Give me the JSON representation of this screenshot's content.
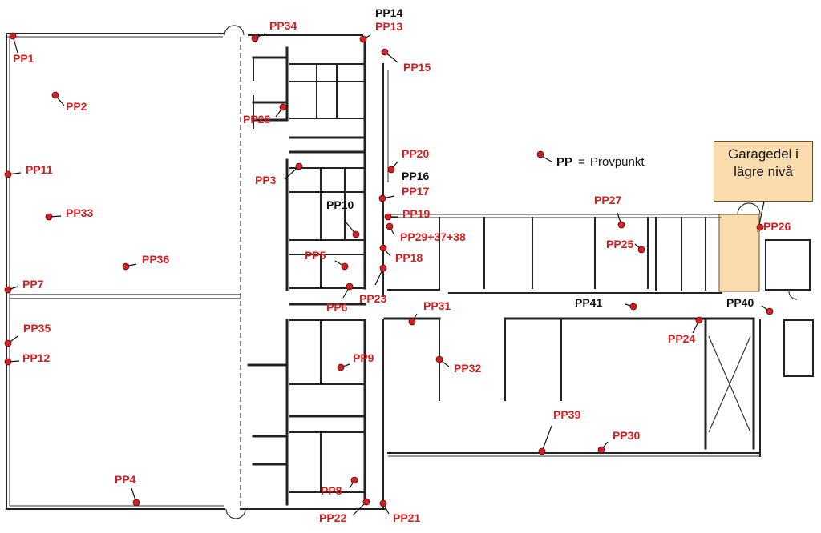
{
  "legend": {
    "abbr": "PP",
    "equals": "=",
    "meaning": "Provpunkt"
  },
  "garage_callout": {
    "line1": "Garagedel i",
    "line2": "lägre nivå"
  },
  "colors": {
    "point_red": "#d42020",
    "garage_fill": "#fbdcae",
    "wall": "#222222"
  },
  "points": [
    {
      "id": "pp1",
      "label": "PP1"
    },
    {
      "id": "pp2",
      "label": "PP2"
    },
    {
      "id": "pp3",
      "label": "PP3"
    },
    {
      "id": "pp4",
      "label": "PP4"
    },
    {
      "id": "pp5",
      "label": "PP5"
    },
    {
      "id": "pp6",
      "label": "PP6"
    },
    {
      "id": "pp7",
      "label": "PP7"
    },
    {
      "id": "pp8",
      "label": "PP8"
    },
    {
      "id": "pp9",
      "label": "PP9"
    },
    {
      "id": "pp10",
      "label": "PP10"
    },
    {
      "id": "pp11",
      "label": "PP11"
    },
    {
      "id": "pp12",
      "label": "PP12"
    },
    {
      "id": "pp13",
      "label": "PP13"
    },
    {
      "id": "pp14",
      "label": "PP14"
    },
    {
      "id": "pp15",
      "label": "PP15"
    },
    {
      "id": "pp16",
      "label": "PP16"
    },
    {
      "id": "pp17",
      "label": "PP17"
    },
    {
      "id": "pp18",
      "label": "PP18"
    },
    {
      "id": "pp19",
      "label": "PP19"
    },
    {
      "id": "pp20",
      "label": "PP20"
    },
    {
      "id": "pp21",
      "label": "PP21"
    },
    {
      "id": "pp22",
      "label": "PP22"
    },
    {
      "id": "pp23",
      "label": "PP23"
    },
    {
      "id": "pp24",
      "label": "PP24"
    },
    {
      "id": "pp25",
      "label": "PP25"
    },
    {
      "id": "pp26",
      "label": "PP26"
    },
    {
      "id": "pp27",
      "label": "PP27"
    },
    {
      "id": "pp28",
      "label": "PP28"
    },
    {
      "id": "pp29",
      "label": "PP29+37+38"
    },
    {
      "id": "pp30",
      "label": "PP30"
    },
    {
      "id": "pp31",
      "label": "PP31"
    },
    {
      "id": "pp32",
      "label": "PP32"
    },
    {
      "id": "pp33",
      "label": "PP33"
    },
    {
      "id": "pp34",
      "label": "PP34"
    },
    {
      "id": "pp35",
      "label": "PP35"
    },
    {
      "id": "pp36",
      "label": "PP36"
    },
    {
      "id": "pp39",
      "label": "PP39"
    },
    {
      "id": "pp40",
      "label": "PP40"
    },
    {
      "id": "pp41",
      "label": "PP41"
    }
  ]
}
